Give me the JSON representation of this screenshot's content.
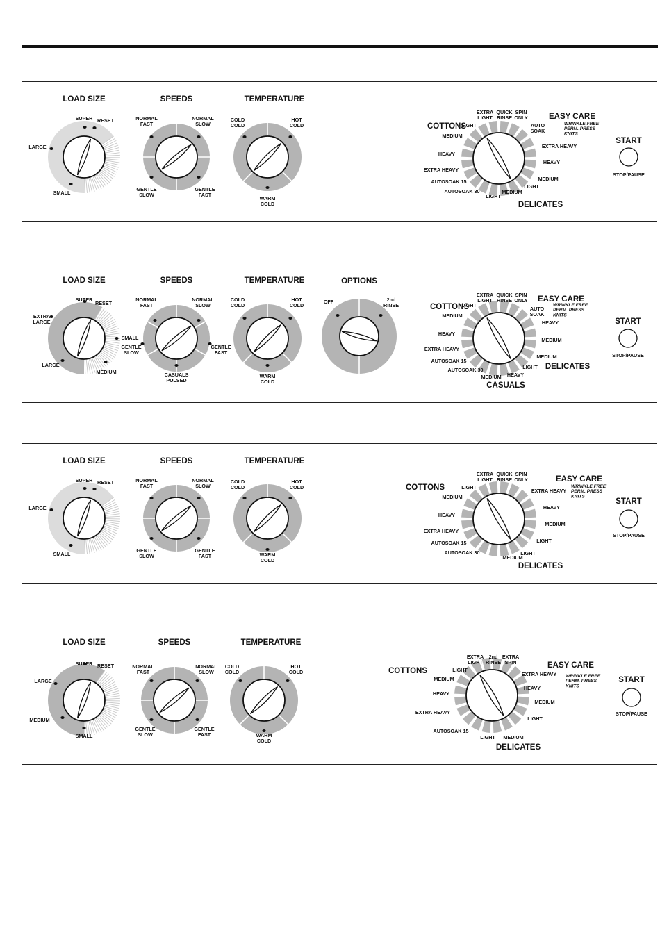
{
  "panels": [
    {
      "load_size": {
        "title": "LOAD SIZE",
        "labels": [
          "SUPER",
          "RESET",
          "LARGE",
          "SMALL"
        ]
      },
      "speeds": {
        "title": "SPEEDS",
        "labels": [
          "NORMAL\nFAST",
          "NORMAL\nSLOW",
          "GENTLE\nSLOW",
          "GENTLE\nFAST"
        ]
      },
      "temperature": {
        "title": "TEMPERATURE",
        "labels": [
          "COLD\nCOLD",
          "HOT\nCOLD",
          "WARM\nCOLD"
        ]
      },
      "cycle": {
        "groups": [
          "COTTONS",
          "EASY CARE",
          "DELICATES"
        ],
        "easy_care_note": "WRINKLE FREE\nPERM. PRESS\nKNITS",
        "labels": [
          "EXTRA\nLIGHT",
          "QUICK\nRINSE",
          "SPIN\nONLY",
          "AUTO\nSOAK",
          "LIGHT",
          "MEDIUM",
          "HEAVY",
          "EXTRA HEAVY",
          "AUTOSOAK 15",
          "AUTOSOAK 30",
          "EXTRA HEAVY",
          "HEAVY",
          "MEDIUM",
          "LIGHT",
          "MEDIUM",
          "LIGHT"
        ]
      },
      "start": {
        "title": "START",
        "sub": "STOP/PAUSE"
      }
    },
    {
      "load_size": {
        "title": "LOAD SIZE",
        "labels": [
          "SUPER",
          "RESET",
          "EXTRA\nLARGE",
          "SMALL",
          "LARGE",
          "MEDIUM"
        ]
      },
      "speeds": {
        "title": "SPEEDS",
        "labels": [
          "NORMAL\nFAST",
          "NORMAL\nSLOW",
          "GENTLE\nSLOW",
          "GENTLE\nFAST",
          "CASUALS\nPULSED"
        ]
      },
      "temperature": {
        "title": "TEMPERATURE",
        "labels": [
          "COLD\nCOLD",
          "HOT\nCOLD",
          "WARM\nCOLD"
        ]
      },
      "options": {
        "title": "OPTIONS",
        "labels": [
          "OFF",
          "2nd\nRINSE"
        ]
      },
      "cycle": {
        "groups": [
          "COTTONS",
          "EASY CARE",
          "DELICATES",
          "CASUALS"
        ],
        "easy_care_note": "WRINKLE FREE\nPERM. PRESS\nKNITS",
        "labels": [
          "EXTRA\nLIGHT",
          "QUICK\nRINSE",
          "SPIN\nONLY",
          "AUTO\nSOAK",
          "LIGHT",
          "MEDIUM",
          "HEAVY",
          "EXTRA HEAVY",
          "AUTOSOAK 15",
          "AUTOSOAK 30",
          "HEAVY",
          "MEDIUM",
          "MEDIUM",
          "LIGHT",
          "MEDIUM",
          "HEAVY"
        ]
      },
      "start": {
        "title": "START",
        "sub": "STOP/PAUSE"
      }
    },
    {
      "load_size": {
        "title": "LOAD SIZE",
        "labels": [
          "SUPER",
          "RESET",
          "LARGE",
          "SMALL"
        ]
      },
      "speeds": {
        "title": "SPEEDS",
        "labels": [
          "NORMAL\nFAST",
          "NORMAL\nSLOW",
          "GENTLE\nSLOW",
          "GENTLE\nFAST"
        ]
      },
      "temperature": {
        "title": "TEMPERATURE",
        "labels": [
          "COLD\nCOLD",
          "HOT\nCOLD",
          "WARM\nCOLD"
        ]
      },
      "cycle": {
        "groups": [
          "COTTONS",
          "EASY CARE",
          "DELICATES"
        ],
        "easy_care_note": "WRINKLE FREE\nPERM. PRESS\nKNITS",
        "labels": [
          "EXTRA\nLIGHT",
          "QUICK\nRINSE",
          "SPIN\nONLY",
          "EXTRA HEAVY",
          "LIGHT",
          "MEDIUM",
          "HEAVY",
          "EXTRA HEAVY",
          "AUTOSOAK 15",
          "AUTOSOAK 30",
          "HEAVY",
          "MEDIUM",
          "LIGHT",
          "MEDIUM",
          "LIGHT"
        ]
      },
      "start": {
        "title": "START",
        "sub": "STOP/PAUSE"
      }
    },
    {
      "load_size": {
        "title": "LOAD SIZE",
        "labels": [
          "SUPER",
          "RESET",
          "LARGE",
          "MEDIUM",
          "SMALL"
        ]
      },
      "speeds": {
        "title": "SPEEDS",
        "labels": [
          "NORMAL\nFAST",
          "NORMAL\nSLOW",
          "GENTLE\nSLOW",
          "GENTLE\nFAST"
        ]
      },
      "temperature": {
        "title": "TEMPERATURE",
        "labels": [
          "COLD\nCOLD",
          "HOT\nCOLD",
          "WARM\nCOLD"
        ]
      },
      "cycle": {
        "groups": [
          "COTTONS",
          "EASY CARE",
          "DELICATES"
        ],
        "easy_care_note": "WRINKLE FREE\nPERM. PRESS\nKNITS",
        "labels": [
          "EXTRA\nLIGHT",
          "2nd\nRINSE",
          "EXTRA\nSPIN",
          "EXTRA HEAVY",
          "LIGHT",
          "MEDIUM",
          "HEAVY",
          "EXTRA HEAVY",
          "AUTOSOAK 15",
          "HEAVY",
          "MEDIUM",
          "LIGHT",
          "MEDIUM",
          "LIGHT"
        ]
      },
      "start": {
        "title": "START",
        "sub": "STOP/PAUSE"
      }
    }
  ]
}
